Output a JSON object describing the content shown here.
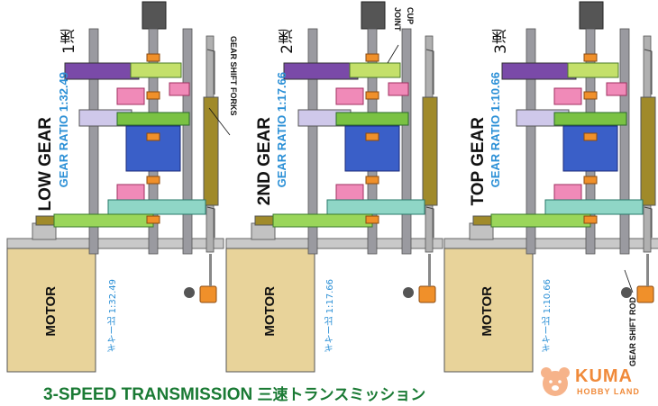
{
  "panels": [
    {
      "gear_title": "LOW GEAR",
      "kanji": "1速",
      "ratio": "GEAR RATIO 1:32.49",
      "motor": "MOTOR",
      "jp_ratio": "ギヤー比 1:32.49"
    },
    {
      "gear_title": "2ND GEAR",
      "kanji": "2速",
      "ratio": "GEAR RATIO 1:17.66",
      "motor": "MOTOR",
      "jp_ratio": "ギヤー比 1:17.66"
    },
    {
      "gear_title": "TOP GEAR",
      "kanji": "3速",
      "ratio": "GEAR RATIO 1:10.66",
      "motor": "MOTOR",
      "jp_ratio": "ギヤー比 1:10.66"
    }
  ],
  "callouts": {
    "gear_shift_forks": "GEAR SHIFT FORKS",
    "joint": "JOINT",
    "cup": "CUP",
    "gear_shift_rod": "GEAR SHIFT ROD"
  },
  "caption": {
    "title": "3-SPEED TRANSMISSION",
    "jp": "三速トランスミッション"
  },
  "brand": {
    "name": "KUMA",
    "sub": "HOBBY LAND"
  },
  "colors": {
    "motor": "#e8d39a",
    "shaft": "#9a9aa0",
    "purple": "#7a4aa8",
    "blue": "#3a5fc8",
    "pink": "#f08ab8",
    "green": "#7ac243",
    "teal": "#8fd6c6",
    "orange": "#f0902a",
    "olive": "#a08a2a",
    "caption": "#1a7a34",
    "ratio": "#2a8fd6"
  }
}
